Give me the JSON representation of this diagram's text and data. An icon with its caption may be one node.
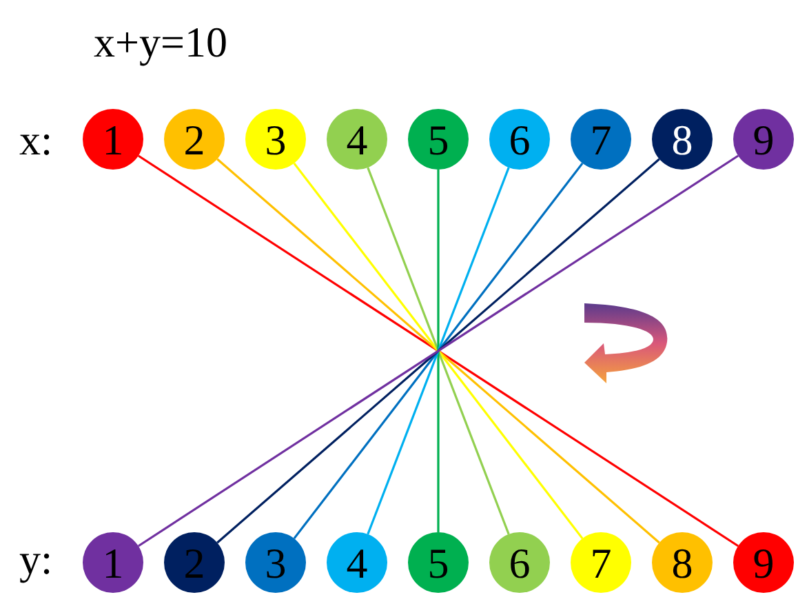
{
  "diagram": {
    "title": "x+y=10",
    "nodes": [
      {
        "text": [
          "1"
        ]
      },
      {
        "text": [
          "2"
        ]
      },
      {
        "text": [
          "3"
        ]
      },
      {
        "text": [
          "4"
        ]
      },
      {
        "text": [
          "5"
        ]
      },
      {
        "text": [
          "6"
        ]
      },
      {
        "text": [
          "7"
        ]
      },
      {
        "text": [
          "8"
        ]
      },
      {
        "text": [
          "9"
        ]
      },
      {
        "text": [
          "1"
        ]
      },
      {
        "text": [
          "2"
        ]
      },
      {
        "text": [
          "3"
        ]
      },
      {
        "text": [
          "4"
        ]
      },
      {
        "text": [
          "5"
        ]
      },
      {
        "text": [
          "6"
        ]
      },
      {
        "text": [
          "7"
        ]
      },
      {
        "text": [
          "8"
        ]
      },
      {
        "text": [
          "9"
        ]
      }
    ],
    "edges": [
      {
        "from": 0,
        "to": 17,
        "arrow": "none",
        "color": "#ff0000"
      },
      {
        "from": 1,
        "to": 16,
        "arrow": "none",
        "color": "#ffc000"
      },
      {
        "from": 2,
        "to": 15,
        "arrow": "none",
        "color": "#ffff00"
      },
      {
        "from": 3,
        "to": 14,
        "arrow": "none",
        "color": "#92d050"
      },
      {
        "from": 4,
        "to": 13,
        "arrow": "none",
        "color": "#00b050"
      },
      {
        "from": 5,
        "to": 12,
        "arrow": "none",
        "color": "#00b0f0"
      },
      {
        "from": 6,
        "to": 11,
        "arrow": "none",
        "color": "#0070c0"
      },
      {
        "from": 7,
        "to": 10,
        "arrow": "none",
        "color": "#002060"
      },
      {
        "from": 8,
        "to": 9,
        "arrow": "none",
        "color": "#7030a0"
      }
    ],
    "labels": [
      "x:",
      "y:"
    ]
  }
}
